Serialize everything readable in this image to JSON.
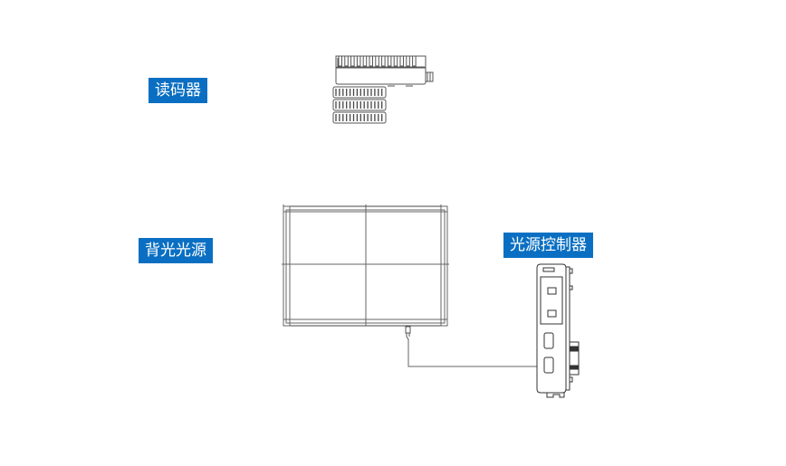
{
  "diagram": {
    "labels": {
      "code_reader": "读码器",
      "backlight": "背光光源",
      "light_controller": "光源控制器"
    },
    "colors": {
      "label_bg": "#0a6fc2",
      "label_text": "#ffffff",
      "line": "#555555",
      "cable": "#666666"
    },
    "connections": [
      {
        "from": "backlight",
        "to": "light_controller"
      }
    ]
  }
}
